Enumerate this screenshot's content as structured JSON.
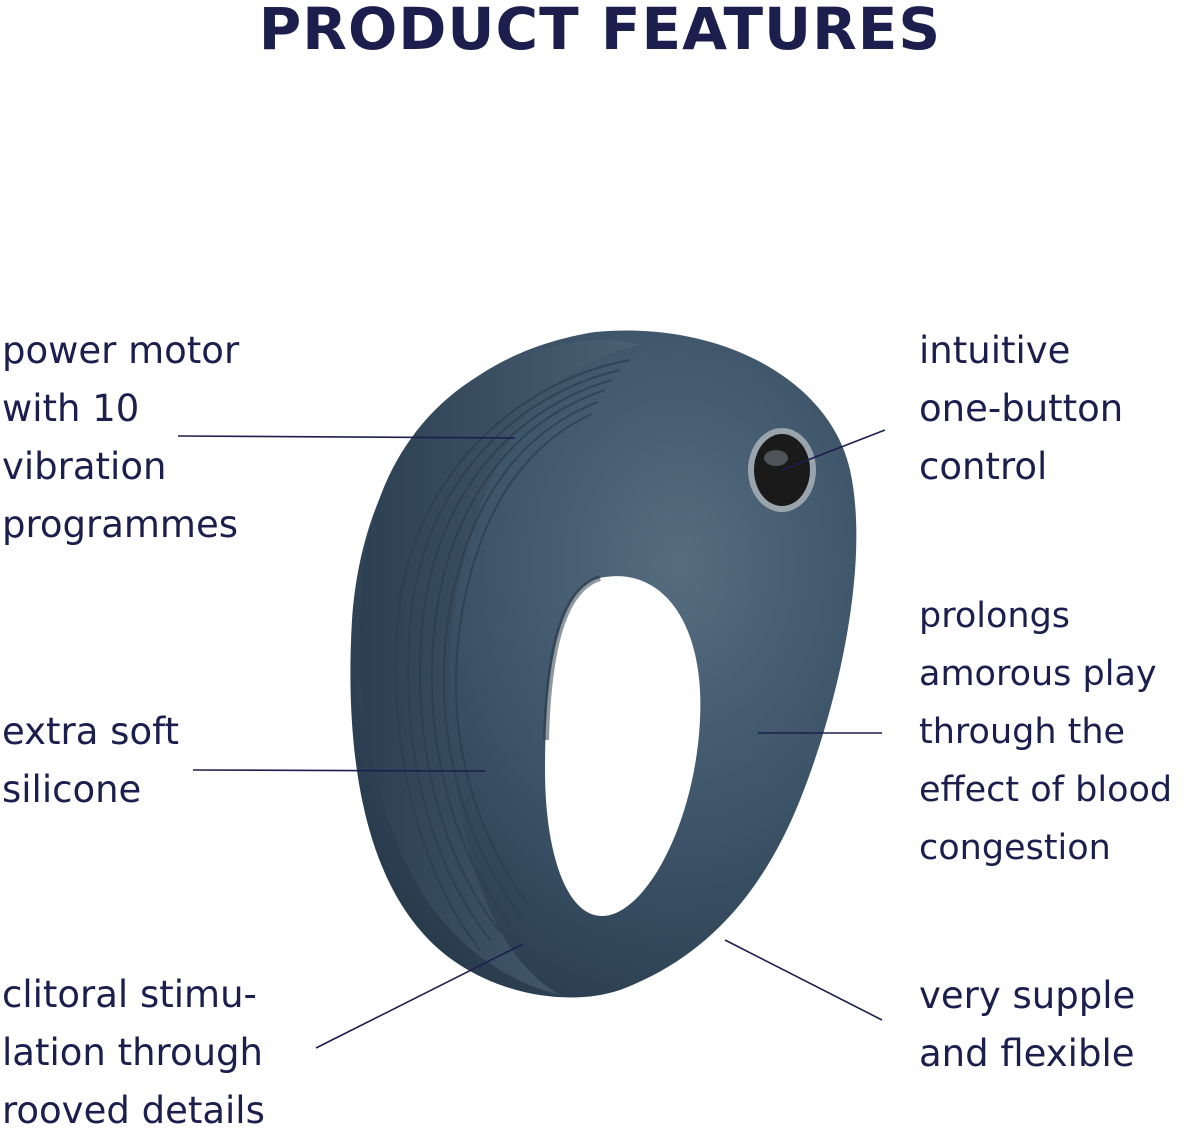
{
  "title": "PRODUCT FEATURES",
  "colors": {
    "text": "#1c1f4d",
    "product": "#3a5166",
    "button": "#1a1a1a"
  },
  "features_left": [
    {
      "lines": [
        "power motor",
        "with 10",
        "vibration",
        "programmes"
      ]
    },
    {
      "lines": [
        "extra soft",
        "silicone"
      ]
    },
    {
      "lines": [
        "clitoral stimu-",
        "lation through",
        "rooved details"
      ]
    }
  ],
  "features_right": [
    {
      "lines": [
        "intuitive",
        "one-button",
        "control"
      ]
    },
    {
      "lines": [
        "prolongs",
        "amorous play",
        "through the",
        "effect of blood",
        "congestion"
      ]
    },
    {
      "lines": [
        "very supple",
        "and flexible"
      ]
    }
  ]
}
